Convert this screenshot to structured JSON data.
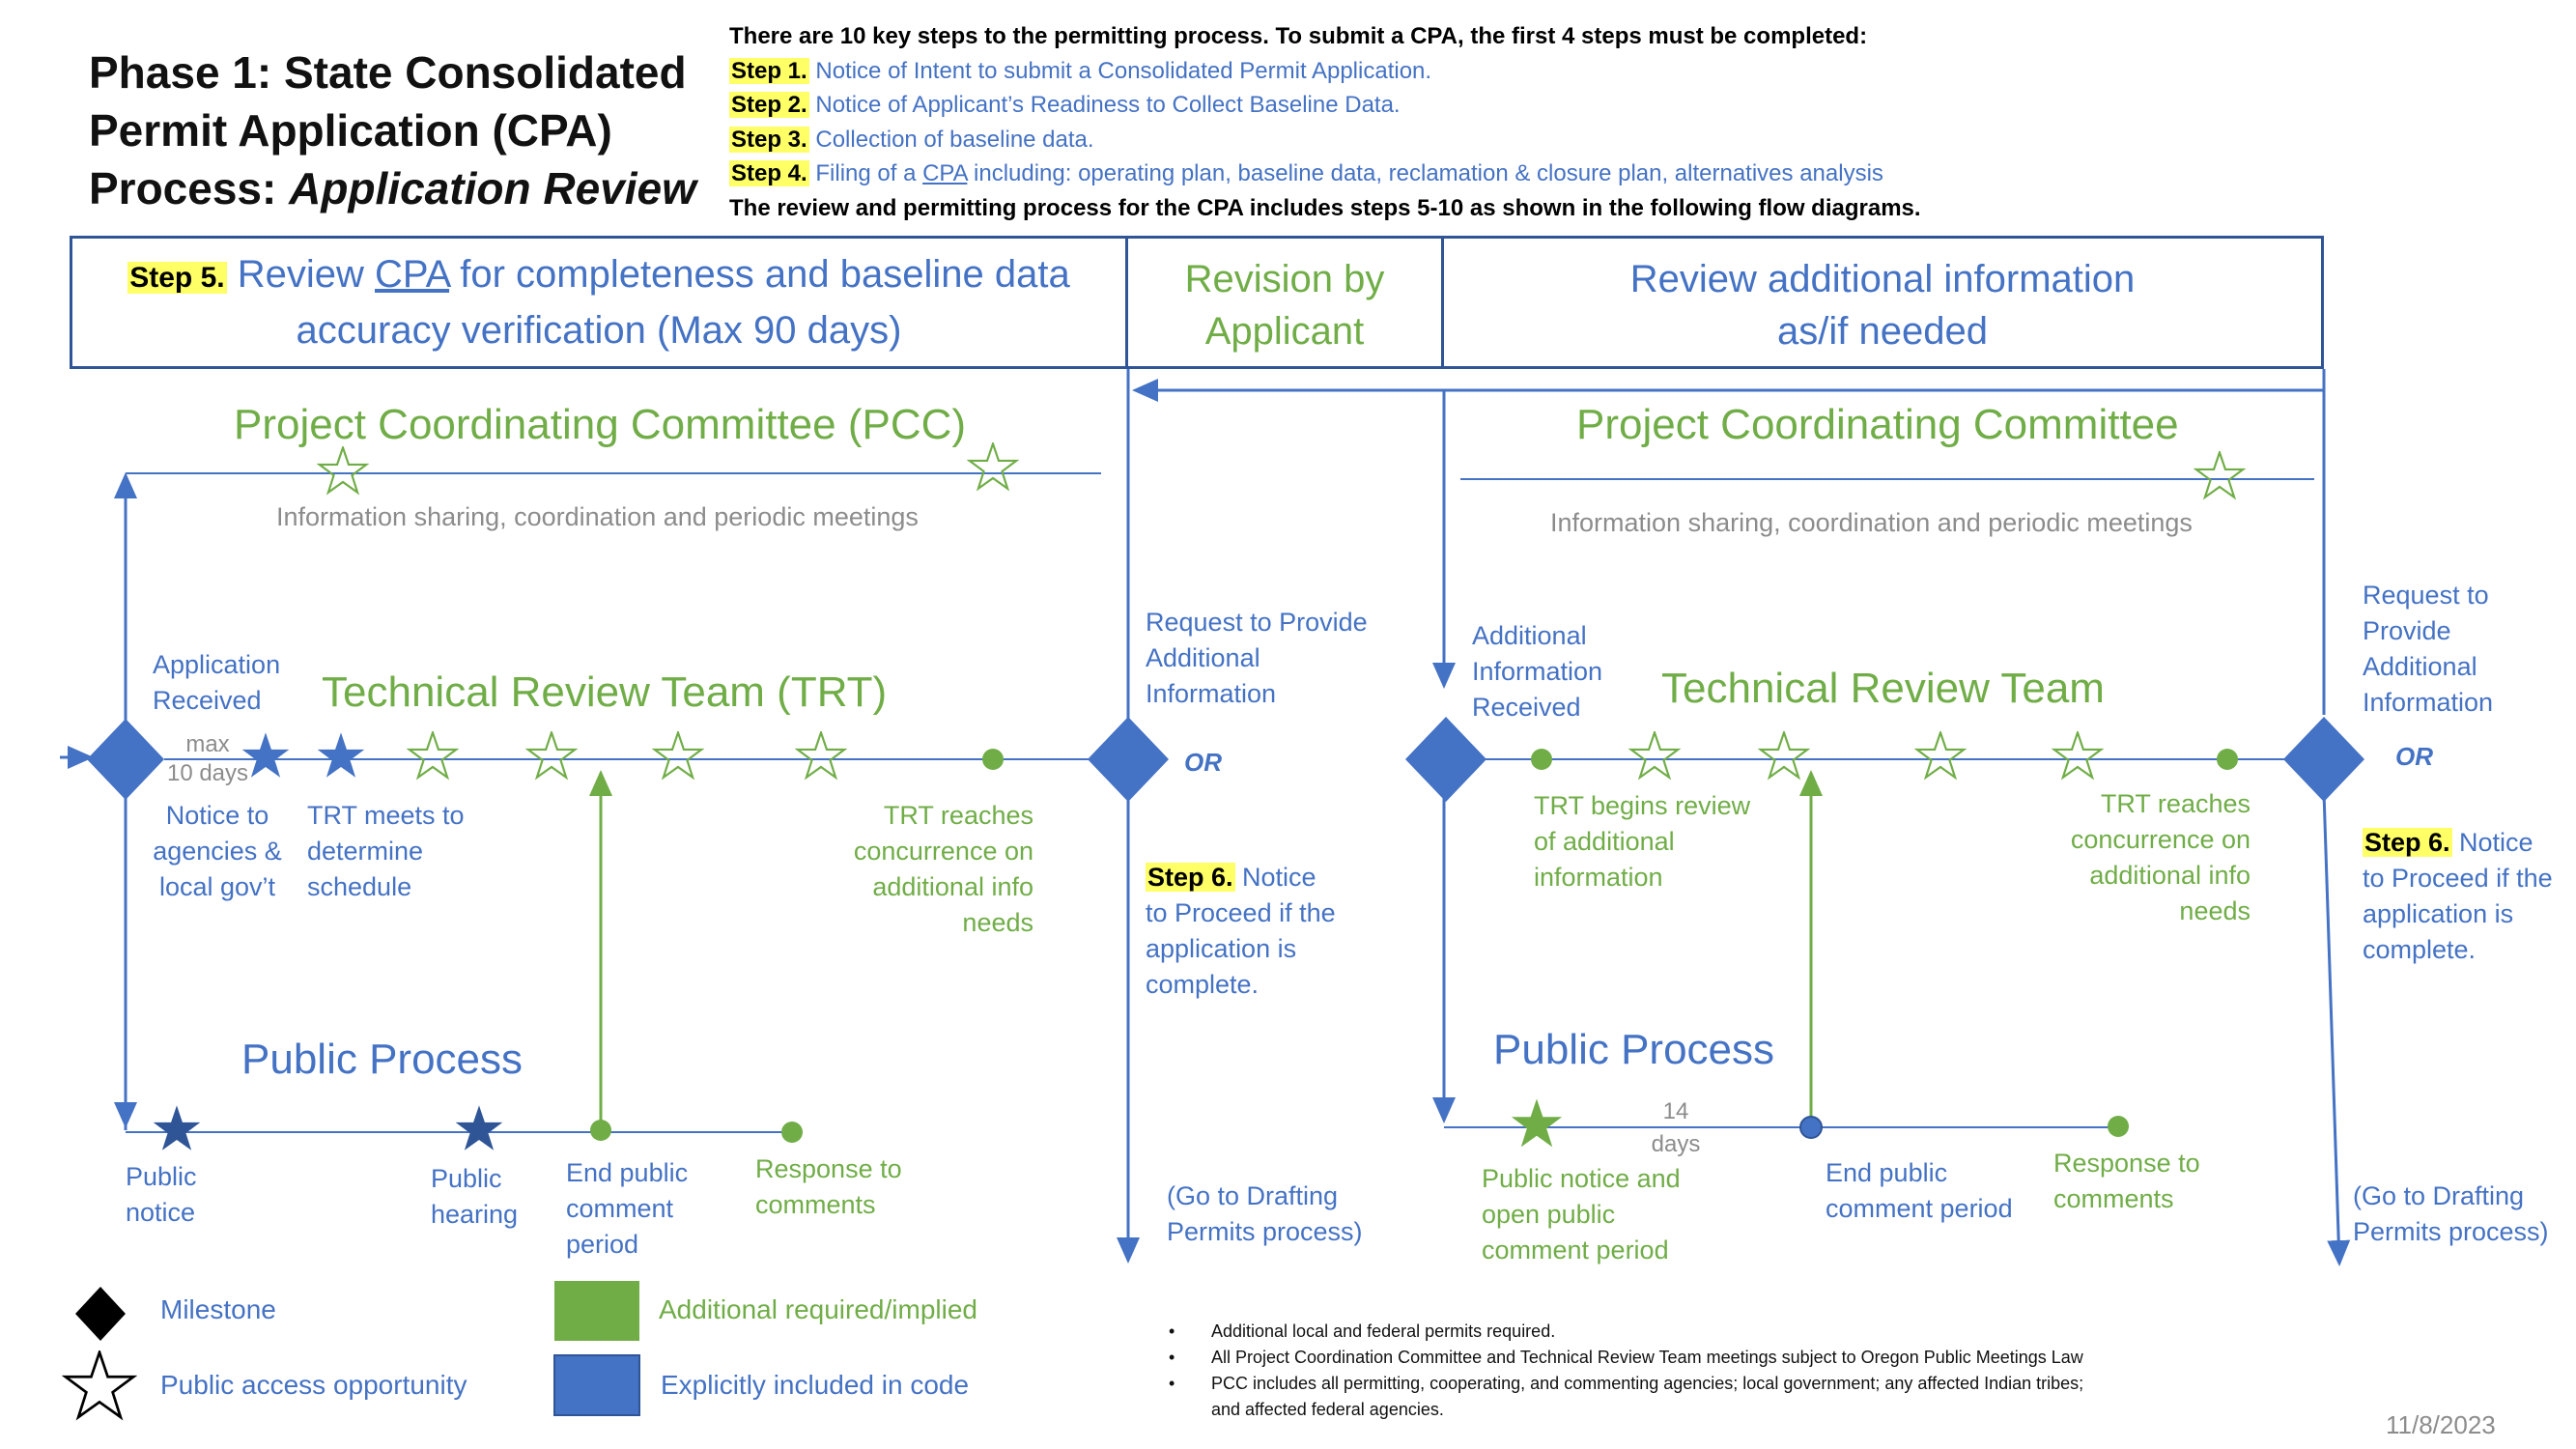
{
  "title": {
    "line1": "Phase 1: State Consolidated",
    "line2": "Permit Application (CPA)",
    "line3_prefix": "Process: ",
    "line3_italic": "Application Review"
  },
  "intro": {
    "header": "There are 10 key steps to the permitting process. To submit a CPA, the first 4 steps must be completed:",
    "steps": [
      {
        "label": "Step 1.",
        "text": "Notice of Intent to submit a Consolidated Permit Application."
      },
      {
        "label": "Step 2.",
        "text": "Notice of Applicant’s Readiness to Collect Baseline Data."
      },
      {
        "label": "Step 3.",
        "text": "Collection of baseline data."
      },
      {
        "label": "Step 4.",
        "text_pre": "Filing of a ",
        "text_link": "CPA",
        "text_post": " including: operating plan, baseline data, reclamation & closure plan, alternatives analysis"
      }
    ],
    "footer": "The review and permitting process for the CPA includes steps 5-10 as shown in the following flow diagrams."
  },
  "header_boxes": {
    "step5_label": "Step 5.",
    "step5_pre": " Review ",
    "step5_link": "CPA",
    "step5_post": " for completeness and baseline data",
    "step5_line2": "accuracy verification (Max 90 days)",
    "revision_line1": "Revision by",
    "revision_line2": "Applicant",
    "review_line1": "Review additional information",
    "review_line2": "as/if needed"
  },
  "left": {
    "pcc_title": "Project Coordinating Committee (PCC)",
    "pcc_sub": "Information sharing, coordination and periodic meetings",
    "app_received": [
      "Application",
      "Received"
    ],
    "trt_title": "Technical Review Team (TRT)",
    "max_days": [
      "max",
      "10 days"
    ],
    "notice_agencies": [
      "Notice to",
      "agencies &",
      "local gov’t"
    ],
    "trt_meets": [
      "TRT meets to",
      "determine",
      "schedule"
    ],
    "trt_reaches": [
      "TRT reaches",
      "concurrence on",
      "additional info",
      "needs"
    ],
    "public_title": "Public Process",
    "public_notice": [
      "Public",
      "notice"
    ],
    "public_hearing": [
      "Public",
      "hearing"
    ],
    "end_comment": [
      "End public",
      "comment",
      "period"
    ],
    "response": [
      "Response to",
      "comments"
    ]
  },
  "middle": {
    "request": [
      "Request to Provide",
      "Additional",
      "Information"
    ],
    "or": "OR",
    "step6_label": "Step 6.",
    "step6_text": [
      " Notice",
      "to Proceed if the",
      "application is",
      "complete."
    ],
    "drafting": [
      "(Go to Drafting",
      "Permits process)"
    ]
  },
  "right": {
    "pcc_title": "Project Coordinating Committee",
    "pcc_sub": "Information sharing, coordination and periodic meetings",
    "add_received": [
      "Additional",
      "Information",
      "Received"
    ],
    "trt_title": "Technical Review Team",
    "trt_begins": [
      "TRT begins review",
      "of additional",
      "information"
    ],
    "trt_reaches": [
      "TRT reaches",
      "concurrence on",
      "additional info",
      "needs"
    ],
    "request": [
      "Request to",
      "Provide",
      "Additional",
      "Information"
    ],
    "or": "OR",
    "step6_label": "Step 6.",
    "step6_text": [
      " Notice",
      "to Proceed if the",
      "application is",
      "complete."
    ],
    "public_title": "Public Process",
    "days14": [
      "14",
      "days"
    ],
    "public_notice_open": [
      "Public notice and",
      "open public",
      "comment period"
    ],
    "end_comment": [
      "End public",
      "comment period"
    ],
    "response": [
      "Response to",
      "comments"
    ],
    "drafting": [
      "(Go to Drafting",
      "Permits process)"
    ]
  },
  "legend": {
    "milestone": "Milestone",
    "public_access": "Public access opportunity",
    "additional": "Additional required/implied",
    "explicit": "Explicitly included in code"
  },
  "notes": [
    "Additional local and federal permits required.",
    "All Project Coordination Committee and Technical Review Team meetings subject to Oregon Public Meetings Law",
    "PCC includes all permitting, cooperating, and commenting agencies; local government; any affected Indian tribes;",
    "and affected federal agencies."
  ],
  "date": "11/8/2023",
  "colors": {
    "blue": "#4472C4",
    "dark_blue": "#2F5597",
    "green": "#70AD47",
    "highlight": "#FFFF66"
  }
}
